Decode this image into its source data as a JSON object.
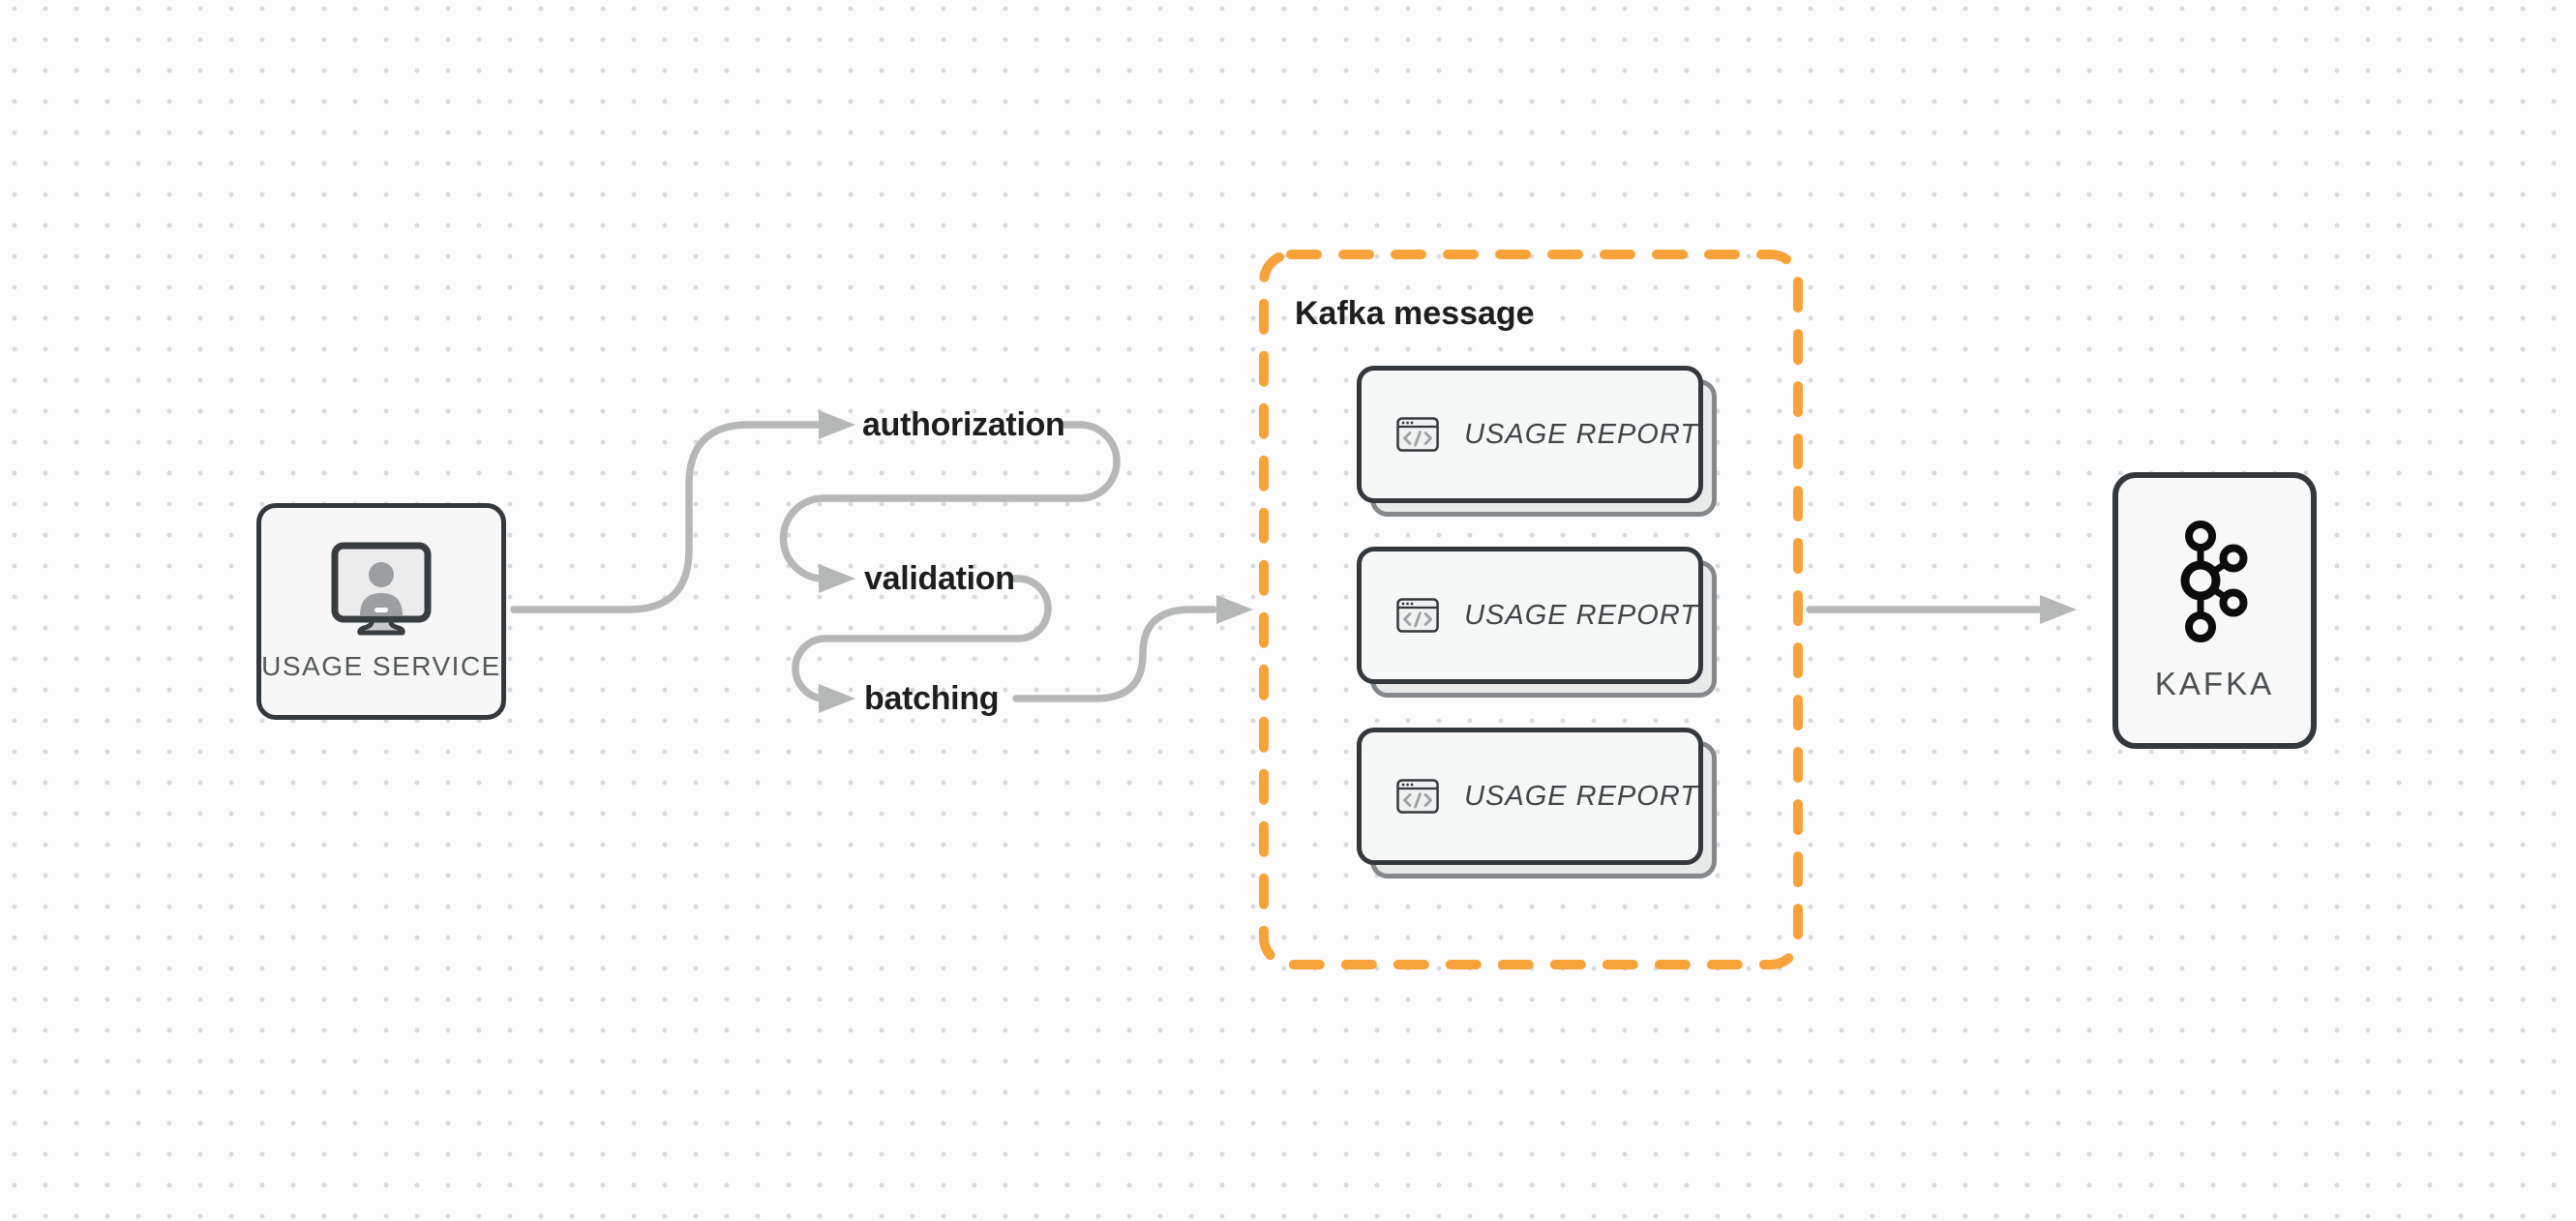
{
  "diagram": {
    "source_node": {
      "label": "USAGE SERVICE",
      "icon": "monitor-user-icon"
    },
    "steps": [
      {
        "label": "authorization"
      },
      {
        "label": "validation"
      },
      {
        "label": "batching"
      }
    ],
    "message_group": {
      "title": "Kafka message",
      "cards": [
        {
          "label": "USAGE REPORT",
          "icon": "code-window-icon"
        },
        {
          "label": "USAGE REPORT",
          "icon": "code-window-icon"
        },
        {
          "label": "USAGE REPORT",
          "icon": "code-window-icon"
        }
      ]
    },
    "sink_node": {
      "label": "KAFKA",
      "icon": "kafka-logo-icon"
    }
  },
  "colors": {
    "background": "#fcfcfc",
    "grid_dot": "#d9dadb",
    "connector_gray": "#b6b7b7",
    "border_dark": "#33383c",
    "node_background": "#f6f7f6",
    "accent_orange": "#f7a33a",
    "card_back_border": "#85898c",
    "card_back_background": "#e8e9e9",
    "icon_gray": "#9ba0a2",
    "label_dark": "#1c1e20",
    "caps_text": "#54585a"
  }
}
